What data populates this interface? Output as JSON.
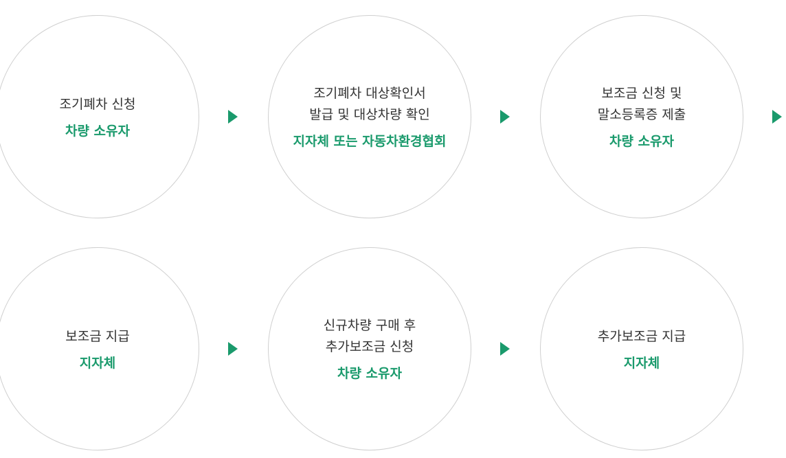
{
  "colors": {
    "accent": "#1a9a6c",
    "border": "#cfcfcf",
    "text": "#333333"
  },
  "steps": [
    {
      "title_lines": [
        "조기폐차 신청"
      ],
      "actor": "차량 소유자"
    },
    {
      "title_lines": [
        "조기폐차 대상확인서",
        "발급 및 대상차량 확인"
      ],
      "actor": "지자체 또는 자동차환경협회"
    },
    {
      "title_lines": [
        "보조금 신청 및",
        "말소등록증 제출"
      ],
      "actor": "차량 소유자"
    },
    {
      "title_lines": [
        "보조금 지급"
      ],
      "actor": "지자체"
    },
    {
      "title_lines": [
        "신규차량 구매 후",
        "추가보조금 신청"
      ],
      "actor": "차량 소유자"
    },
    {
      "title_lines": [
        "추가보조금 지급"
      ],
      "actor": "지자체"
    }
  ]
}
